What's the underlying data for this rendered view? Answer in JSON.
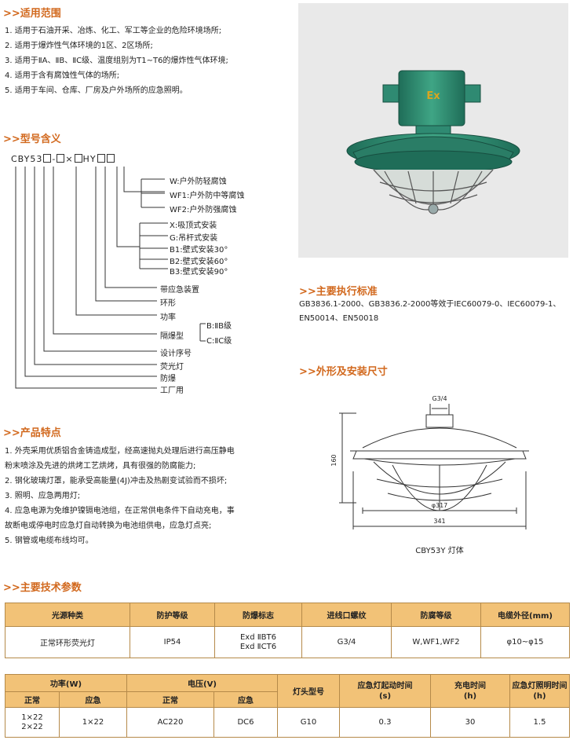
{
  "sections": {
    "scope_title": ">>适用范围",
    "model_title": ">>型号含义",
    "features_title": ">>产品特点",
    "standards_title": ">>主要执行标准",
    "dims_title": ">>外形及安装尺寸",
    "params_title": ">>主要技术参数"
  },
  "scope": [
    "1. 适用于石油开采、冶炼、化工、军工等企业的危险环境场所;",
    "2. 适用于爆炸性气体环境的1区、2区场所;",
    "3. 适用于ⅡA、ⅡB、ⅡC级、温度组别为T1~T6的爆炸性气体环境;",
    "4. 适用于含有腐蚀性气体的场所;",
    "5. 适用于车间、仓库、厂房及户外场所的应急照明。"
  ],
  "model": {
    "code_prefix": "CBY53",
    "code_mid": "HY",
    "labels": {
      "w": "W:户外防轻腐蚀",
      "wf1": "WF1:户外防中等腐蚀",
      "wf2": "WF2:户外防强腐蚀",
      "x": "X:吸顶式安装",
      "g": "G:吊杆式安装",
      "b1": "B1:壁式安装30°",
      "b2": "B2:壁式安装60°",
      "b3": "B3:壁式安装90°",
      "emergency": "带应急装置",
      "ring": "环形",
      "power": "功率",
      "flameproof": "隔爆型",
      "iib": "B:ⅡB级",
      "iic": "C:ⅡC级",
      "design": "设计序号",
      "fluorescent": "荧光灯",
      "explosion": "防爆",
      "factory": "工厂用"
    }
  },
  "features": [
    "1. 外壳采用优质铝合金铸造成型，经高速抛丸处理后进行高压静电",
    "   粉末喷涂及先进的烘烤工艺烘烤，具有很强的防腐能力;",
    "2. 钢化玻璃灯罩，能承受高能量(4J)冲击及热剧变试验而不损坏;",
    "3. 照明、应急两用灯;",
    "4. 应急电源为免维护镍镉电池组，在正常供电条件下自动充电，事",
    "   故断电或停电时应急灯自动转换为电池组供电，应急灯点亮;",
    "5. 钢管或电缆布线均可。"
  ],
  "photo": {
    "badge": "Ex"
  },
  "standards_text": "GB3836.1-2000、GB3836.2-2000等效于IEC60079-0、IEC60079-1、EN50014、EN50018",
  "drawing": {
    "g34": "G3/4",
    "h160": "160",
    "d317": "φ317",
    "d341": "341",
    "caption": "CBY53Y 灯体"
  },
  "table1": {
    "headers": [
      "光源种类",
      "防护等级",
      "防爆标志",
      "进线口螺纹",
      "防腐等级",
      "电缆外径(mm)"
    ],
    "row": [
      "正常环形荧光灯",
      "IP54",
      "Exd ⅡBT6\nExd ⅡCT6",
      "G3/4",
      "W,WF1,WF2",
      "φ10~φ15"
    ]
  },
  "table2": {
    "power_header": "功率(W)",
    "voltage_header": "电压(V)",
    "normal": "正常",
    "emergency": "应急",
    "lamp_base": "灯头型号",
    "start_time": "应急灯起动时间\n(s)",
    "charge_time": "充电时间\n(h)",
    "light_time": "应急灯照明时间\n(h)",
    "row": [
      "1×22\n2×22",
      "1×22",
      "AC220",
      "DC6",
      "G10",
      "0.3",
      "30",
      "1.5"
    ]
  },
  "colors": {
    "section": "#d2691e",
    "table_header": "#f2c277",
    "lamp_green": "#2f8a72"
  }
}
